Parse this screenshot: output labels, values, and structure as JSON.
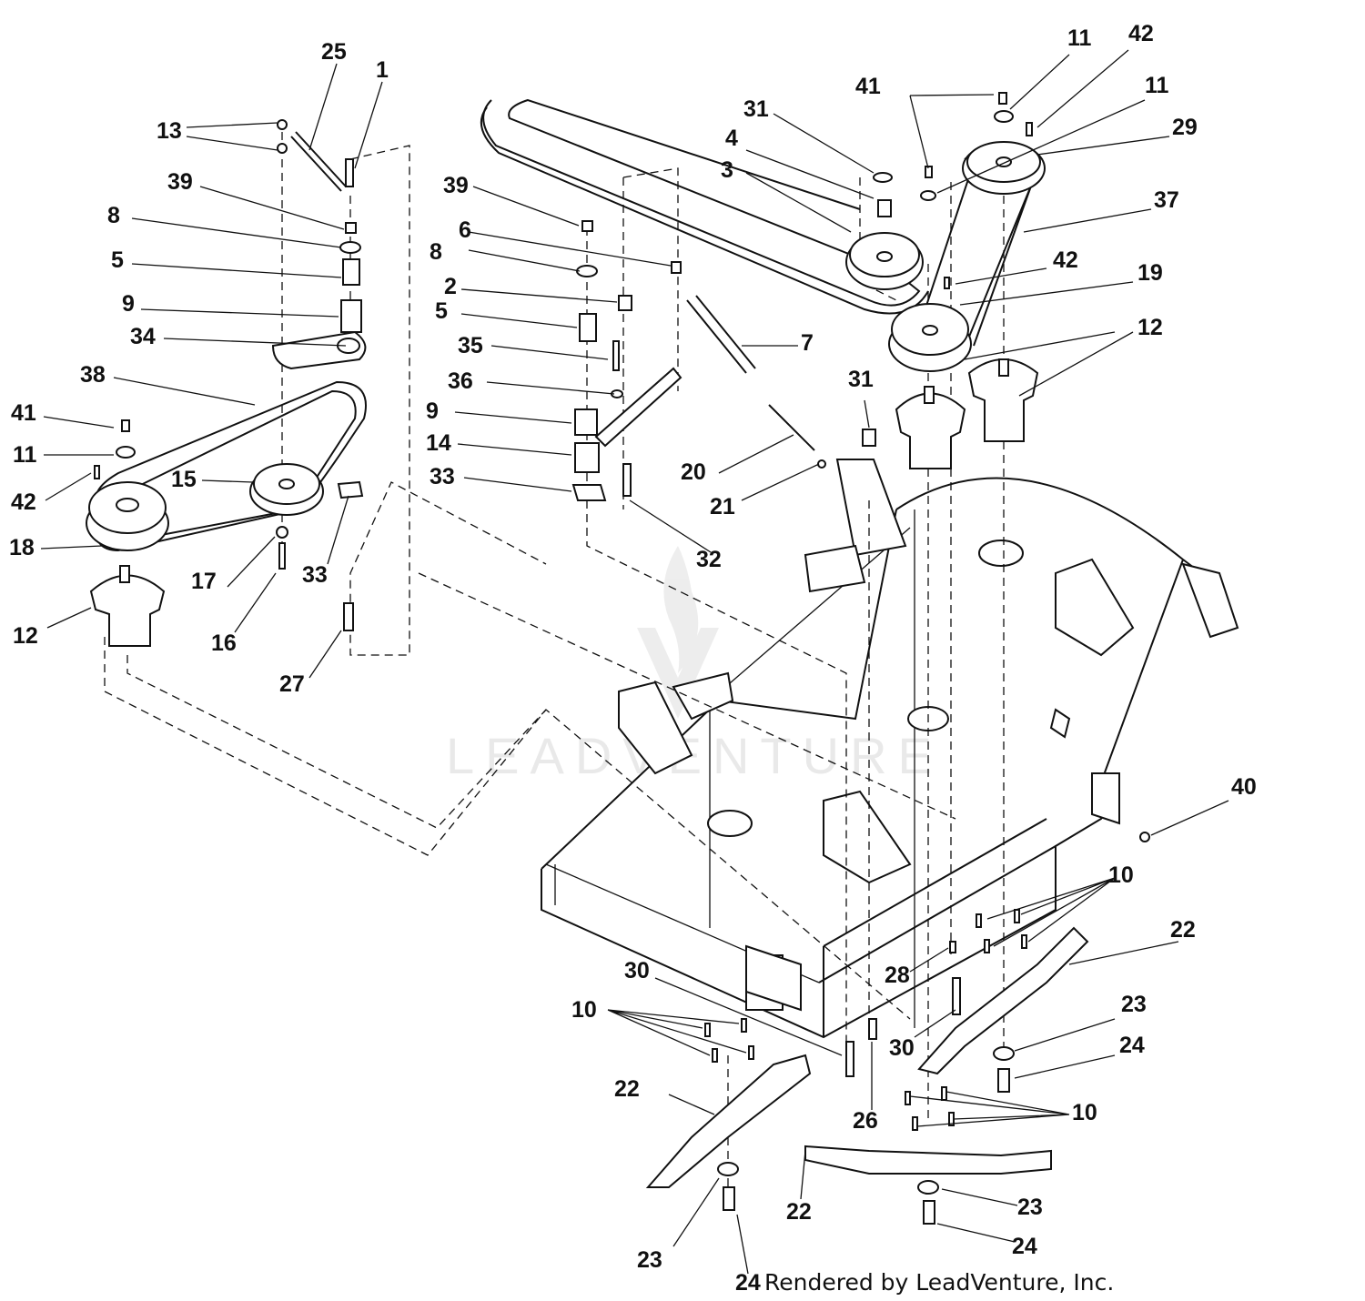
{
  "footer": {
    "credit_number": "24",
    "credit_text": "Rendered by LeadVenture, Inc."
  },
  "watermark": "LEADVENTURE",
  "callouts": [
    "1",
    "2",
    "3",
    "4",
    "5",
    "5",
    "6",
    "7",
    "8",
    "8",
    "9",
    "9",
    "10",
    "10",
    "10",
    "10",
    "11",
    "11",
    "11",
    "12",
    "12",
    "12",
    "13",
    "14",
    "15",
    "16",
    "17",
    "18",
    "19",
    "20",
    "21",
    "22",
    "22",
    "22",
    "23",
    "23",
    "23",
    "24",
    "24",
    "25",
    "26",
    "27",
    "28",
    "29",
    "30",
    "30",
    "31",
    "31",
    "32",
    "33",
    "33",
    "34",
    "35",
    "36",
    "37",
    "38",
    "39",
    "39",
    "40",
    "41",
    "41",
    "42",
    "42",
    "42"
  ]
}
